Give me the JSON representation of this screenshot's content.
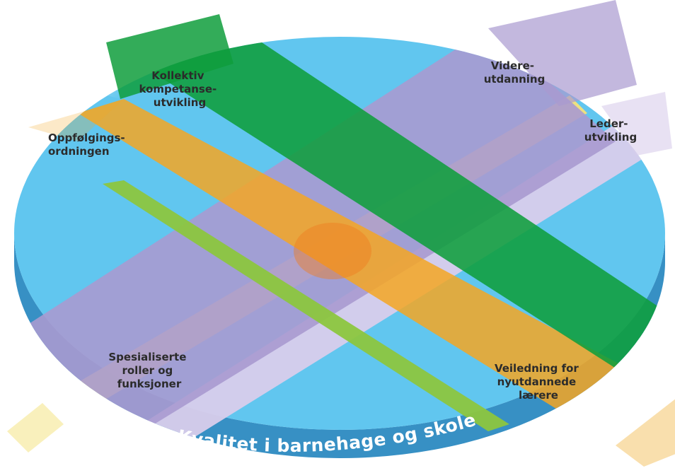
{
  "diagram": {
    "base_label": "Kvalitet i barnehage og skole",
    "bands": [
      {
        "id": "kollektiv",
        "lines": [
          "Kollektiv",
          "kompetanse-",
          "utvikling"
        ],
        "color": "#0f9e3c"
      },
      {
        "id": "videre",
        "lines": [
          "Videre-",
          "utdanning"
        ],
        "color": "#a99ad0"
      },
      {
        "id": "leder",
        "lines": [
          "Leder-",
          "utvikling"
        ],
        "color": "#d8cdeb"
      },
      {
        "id": "oppfolging",
        "lines": [
          "Oppfølgings-",
          "ordningen"
        ],
        "color": "#f5a623"
      },
      {
        "id": "spesialiserte",
        "lines": [
          "Spesialiserte",
          "roller og",
          "funksjoner"
        ],
        "color": "#f4e27a"
      },
      {
        "id": "veiledning",
        "lines": [
          "Veiledning for",
          "nyutdannede",
          "lærere"
        ],
        "color": "#f2b84a"
      }
    ],
    "colors": {
      "disc_top": "#61c6ef",
      "disc_rim": "#3b9bd2",
      "green_strip": "#8cc63f"
    }
  }
}
